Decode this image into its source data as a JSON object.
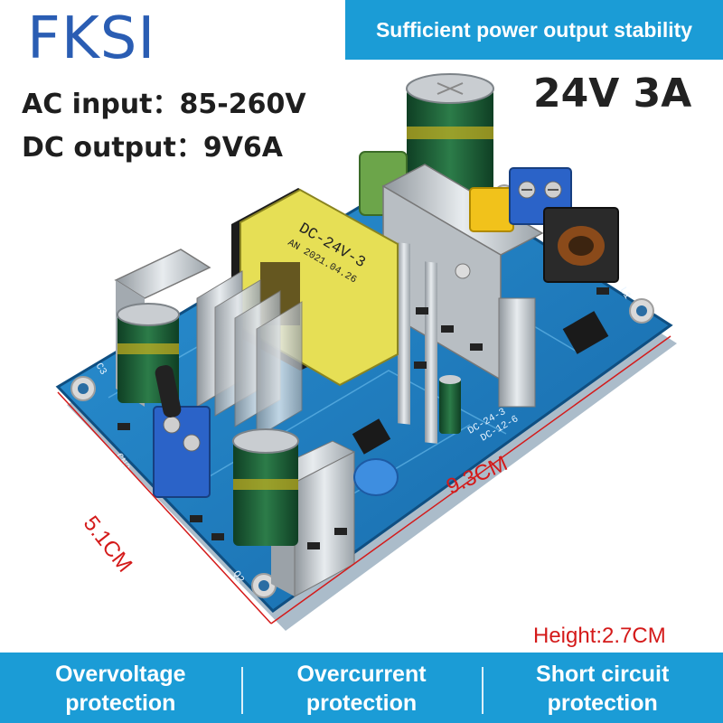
{
  "brand": "FKSI",
  "specs": {
    "ac_input": "AC input：85-260V",
    "dc_output": "DC output：9V6A"
  },
  "banner": "Sufficient power output stability",
  "rating": "24V 3A",
  "dimensions": {
    "width": "5.1CM",
    "length": "9.3CM",
    "height": "Height:2.7CM"
  },
  "board_markings": {
    "transformer": "DC-24V-3",
    "transformer_date": "AN 2021.04.26",
    "model": "DC-24-3",
    "model_alt": "DC-12-6",
    "cn2": "CN2",
    "c3": "C3",
    "q2": "Q2",
    "l1": "L1"
  },
  "features": [
    {
      "line1": "Overvoltage",
      "line2": "protection"
    },
    {
      "line1": "Overcurrent",
      "line2": "protection"
    },
    {
      "line1": "Short circuit",
      "line2": "protection"
    }
  ],
  "colors": {
    "banner_blue": "#1b9cd6",
    "brand_blue": "#2a5db3",
    "dimension_red": "#d41a1a",
    "pcb_blue": "#1e7fc2"
  }
}
